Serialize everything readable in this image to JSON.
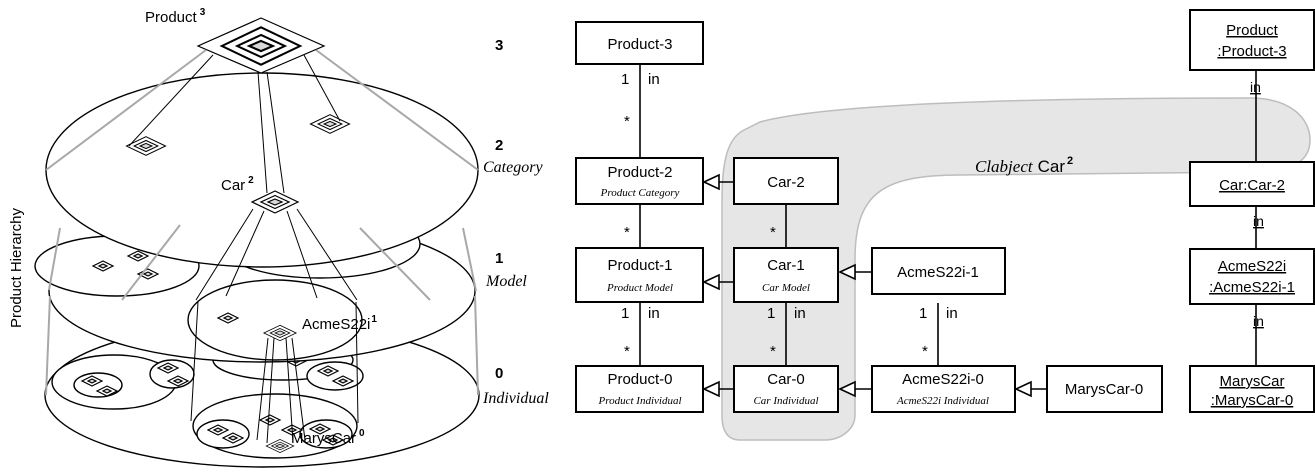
{
  "left_illustration": {
    "y_axis_label": "Product Hierarchy",
    "product_label": "Product",
    "product_level": "3",
    "car_label": "Car",
    "car_level": "2",
    "acme_label": "AcmeS22i",
    "acme_level": "1",
    "marys_label": "MarysCar",
    "marys_level": "0"
  },
  "levels": [
    {
      "number": "3",
      "name": ""
    },
    {
      "number": "2",
      "name": "Category"
    },
    {
      "number": "1",
      "name": "Model"
    },
    {
      "number": "0",
      "name": "Individual"
    }
  ],
  "classes": {
    "product3": {
      "name": "Product-3",
      "sub": ""
    },
    "product2": {
      "name": "Product-2",
      "sub": "Product Category"
    },
    "product1": {
      "name": "Product-1",
      "sub": "Product Model"
    },
    "product0": {
      "name": "Product-0",
      "sub": "Product Individual"
    },
    "car2": {
      "name": "Car-2",
      "sub": ""
    },
    "car1": {
      "name": "Car-1",
      "sub": "Car Model"
    },
    "car0": {
      "name": "Car-0",
      "sub": "Car Individual"
    },
    "acme1": {
      "name": "AcmeS22i-1",
      "sub": ""
    },
    "acme0": {
      "name": "AcmeS22i-0",
      "sub": "AcmeS22i Individual"
    },
    "marys0": {
      "name": "MarysCar-0",
      "sub": ""
    }
  },
  "multiplicity": {
    "one": "1",
    "many": "*",
    "role": "in"
  },
  "clabject": {
    "prefix": "Clabject",
    "name": "Car",
    "level": "2"
  },
  "instances": {
    "product": {
      "line1": "Product",
      "line2": ":Product-3"
    },
    "car": {
      "line1": "Car:Car-2",
      "line2": ""
    },
    "acme": {
      "line1": "AcmeS22i",
      "line2": ":AcmeS22i-1"
    },
    "marys": {
      "line1": "MarysCar",
      "line2": ":MarysCar-0"
    },
    "link_label": "in"
  },
  "colors": {
    "highlight": "#e6e6e6",
    "projection": "#a8a8a8",
    "line": "#000000"
  }
}
